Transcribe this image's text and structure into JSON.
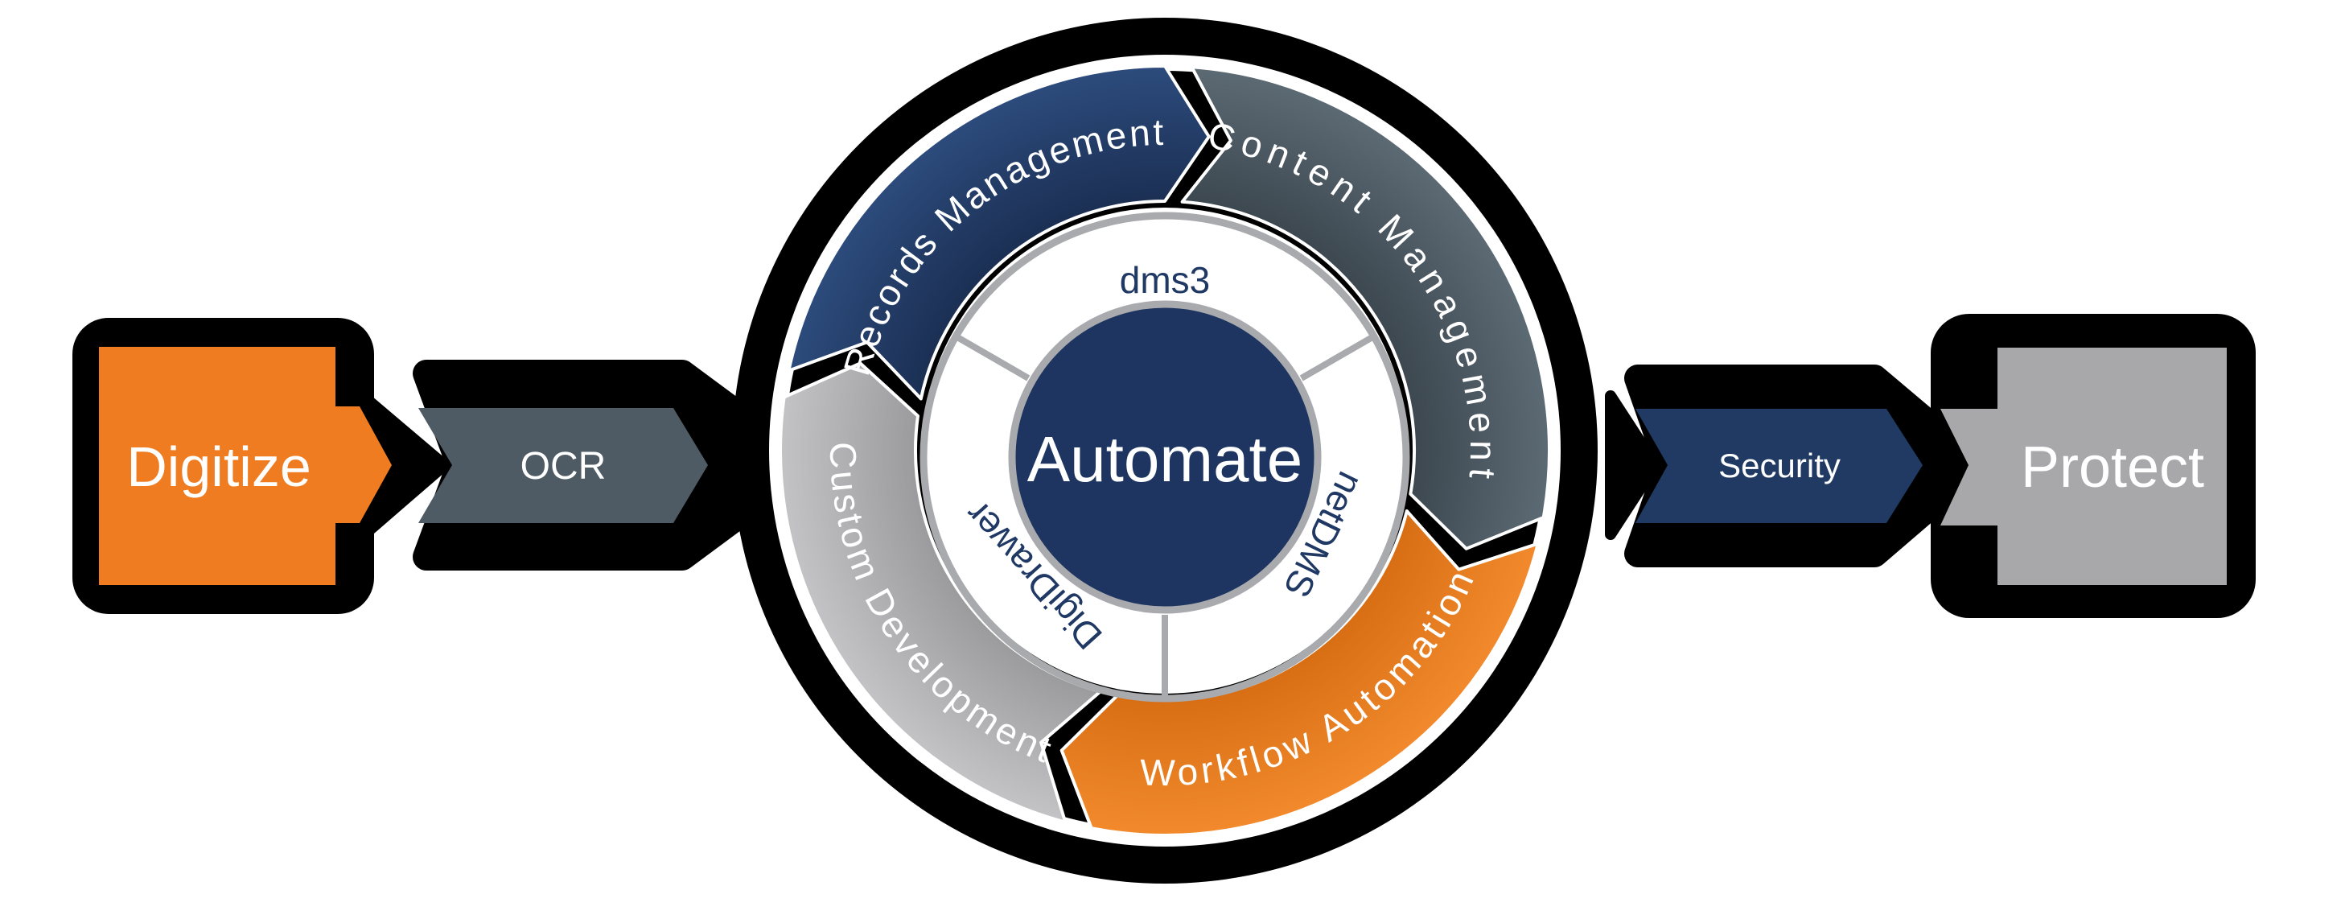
{
  "diagram": {
    "background_color": "#ffffff",
    "outline_color": "#000000",
    "label_color": "#ffffff",
    "boxes": {
      "digitize": {
        "label": "Digitize",
        "fill": "#f07c21",
        "text_color": "#ffffff"
      },
      "ocr": {
        "label": "OCR",
        "fill": "#4e5b64",
        "text_color": "#ffffff"
      },
      "security": {
        "label": "Security",
        "fill": "#203a63",
        "text_color": "#ffffff"
      },
      "protect": {
        "label": "Protect",
        "fill": "#a8a8ab",
        "text_color": "#ffffff"
      }
    },
    "flow_order": [
      "Digitize",
      "OCR",
      "Automate",
      "Security",
      "Protect"
    ],
    "ring": {
      "white_ring_color": "#ffffff",
      "text_color": "#ffffff",
      "segments": [
        {
          "id": "records",
          "label": "Records Management",
          "start": 282,
          "end": 360,
          "color_outer": "#2c4b7c",
          "color_inner": "#1a2d50",
          "text_side": "top",
          "text_mid_angle": 322
        },
        {
          "id": "content",
          "label": "Content Management",
          "start": 4,
          "end": 100,
          "color_outer": "#5c6a74",
          "color_inner": "#3a454d",
          "text_side": "top",
          "text_mid_angle": 52
        },
        {
          "id": "workflow",
          "label": "Workflow Automation",
          "start": 104,
          "end": 191,
          "color_outer": "#f28a2d",
          "color_inner": "#d66c12",
          "text_side": "bottom",
          "text_mid_angle": 148
        },
        {
          "id": "custom",
          "label": "Custom Development",
          "start": 195,
          "end": 278,
          "color_outer": "#c3c3c5",
          "color_inner": "#98989b",
          "text_side": "bottom",
          "text_mid_angle": 236
        }
      ]
    },
    "inner_ring": {
      "border_color": "#a9aaad",
      "text_color": "#1f3864",
      "divider_angles": [
        60,
        180,
        300
      ],
      "products": [
        {
          "label": "dms3",
          "angle": 0
        },
        {
          "label": "netDMS",
          "angle": 116
        },
        {
          "label": "DigiDrawer",
          "angle": 228
        }
      ]
    },
    "center": {
      "label": "Automate",
      "fill": "#1d3560",
      "text_color": "#ffffff"
    }
  }
}
